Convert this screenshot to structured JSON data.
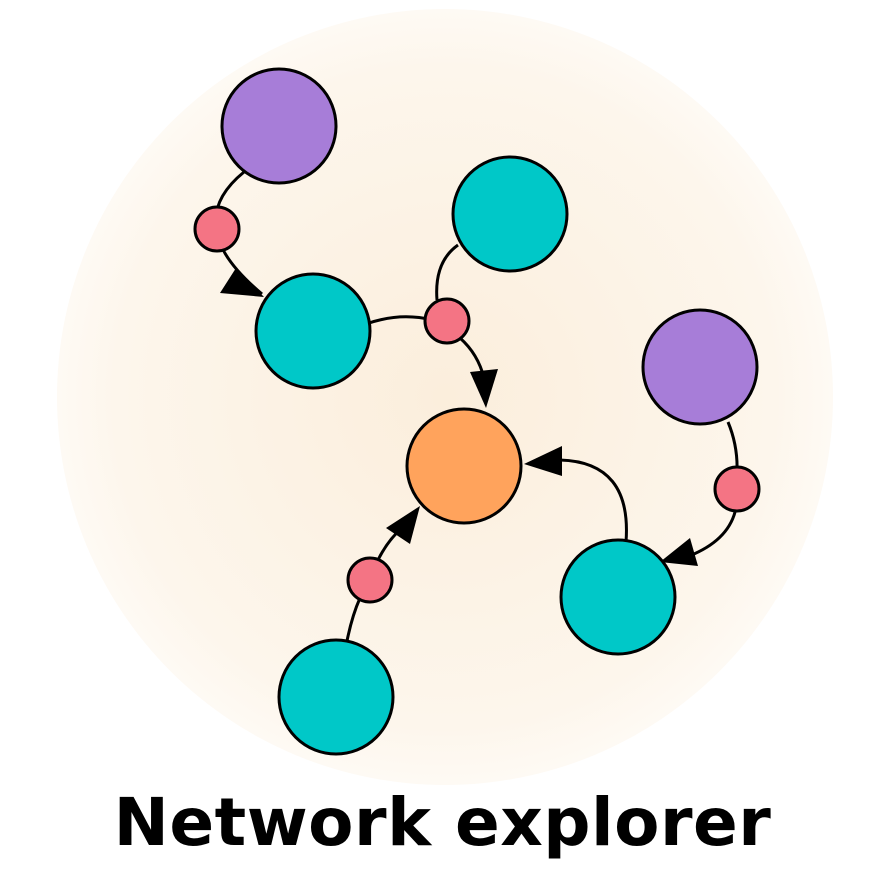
{
  "caption": "Network explorer",
  "colors": {
    "background_glow": "#FBEEDC",
    "purple_node": "#A77DD8",
    "teal_node": "#00C8C8",
    "orange_node": "#FFA35C",
    "connector": "#F47484",
    "stroke": "#000000"
  },
  "nodes": [
    {
      "id": "purple-top",
      "kind": "purple"
    },
    {
      "id": "teal-left",
      "kind": "teal"
    },
    {
      "id": "teal-top-right",
      "kind": "teal"
    },
    {
      "id": "orange-center",
      "kind": "orange"
    },
    {
      "id": "purple-right",
      "kind": "purple"
    },
    {
      "id": "teal-bottom-right",
      "kind": "teal"
    },
    {
      "id": "teal-bottom-left",
      "kind": "teal"
    }
  ],
  "edges": [
    {
      "from": "purple-top",
      "to": "teal-left"
    },
    {
      "from": "teal-left",
      "to": "orange-center"
    },
    {
      "from": "teal-top-right",
      "to": "orange-center"
    },
    {
      "from": "purple-right",
      "to": "teal-bottom-right"
    },
    {
      "from": "teal-bottom-right",
      "to": "orange-center"
    },
    {
      "from": "teal-bottom-left",
      "to": "orange-center"
    }
  ]
}
